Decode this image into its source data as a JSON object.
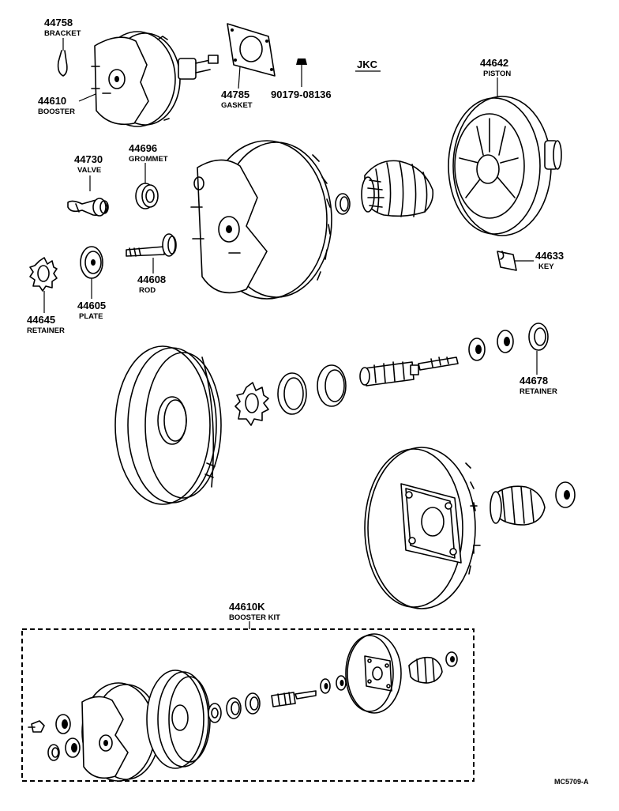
{
  "header": {
    "code": "JKC"
  },
  "footer": {
    "drawing_code": "MC5709-A"
  },
  "parts": [
    {
      "number": "44758",
      "name": "BRACKET"
    },
    {
      "number": "44610",
      "name": "BOOSTER"
    },
    {
      "number": "44785",
      "name": "GASKET"
    },
    {
      "number": "90179-08136",
      "name": ""
    },
    {
      "number": "44642",
      "name": "PISTON"
    },
    {
      "number": "44730",
      "name": "VALVE"
    },
    {
      "number": "44696",
      "name": "GROMMET"
    },
    {
      "number": "44608",
      "name": "ROD"
    },
    {
      "number": "44605",
      "name": "PLATE"
    },
    {
      "number": "44645",
      "name": "RETAINER"
    },
    {
      "number": "44633",
      "name": "KEY"
    },
    {
      "number": "44678",
      "name": "RETAINER"
    }
  ],
  "kit": {
    "number": "44610K",
    "name": "BOOSTER KIT"
  }
}
